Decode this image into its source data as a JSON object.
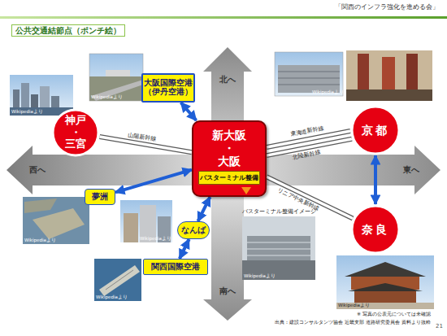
{
  "diagram": {
    "title": "公共交通結節点（ポンチ絵）",
    "nodes": [
      {
        "text": [
          "大阪国際空港 （伊丹空港）"
        ]
      },
      {
        "text": [
          "神戸 ・ 三宮"
        ]
      },
      {
        "text": [
          "新大阪 ・ 大阪"
        ]
      },
      {
        "text": [
          "バスターミナル整備"
        ],
        "in": 2
      },
      {
        "text": [
          "京都"
        ]
      },
      {
        "text": [
          "夢洲"
        ]
      },
      {
        "text": [
          "なんば"
        ]
      },
      {
        "text": [
          "奈良"
        ]
      },
      {
        "text": [
          "関西国際空港"
        ]
      }
    ],
    "edges": [
      {
        "from": 1,
        "to": 2,
        "arrow": "none",
        "label": "山陽新幹線"
      },
      {
        "from": 2,
        "to": 4,
        "arrow": "none",
        "label": "東海道新幹線"
      },
      {
        "from": 2,
        "to": 4,
        "arrow": "none",
        "label": "北陸新幹線"
      },
      {
        "from": 2,
        "to": 7,
        "arrow": "none",
        "label": "リニア中央新幹線"
      },
      {
        "from": 0,
        "to": 2,
        "arrow": "both"
      },
      {
        "from": 5,
        "to": 2,
        "arrow": "both"
      },
      {
        "from": 6,
        "to": 2,
        "arrow": "both"
      },
      {
        "from": 6,
        "to": 8,
        "arrow": "both"
      },
      {
        "from": 4,
        "to": 7,
        "arrow": "both"
      }
    ],
    "labels": [
      "「関西のインフラ強化を進める会」",
      "北へ",
      "西へ",
      "東へ",
      "南へ",
      "バスターミナル整備イメージ",
      "Wikipediaより",
      "Wikipediaより",
      "Wikipediaより",
      "Wikipediaより",
      "Wikipediaより",
      "Wikipediaより",
      "Wikipediaより",
      "Wikipediaより",
      "※ 写真の公表元については未確認",
      "出典：建設コンサルタンツ協会 近畿支部 道路研究委員会 資料より抜粋",
      "21"
    ]
  }
}
